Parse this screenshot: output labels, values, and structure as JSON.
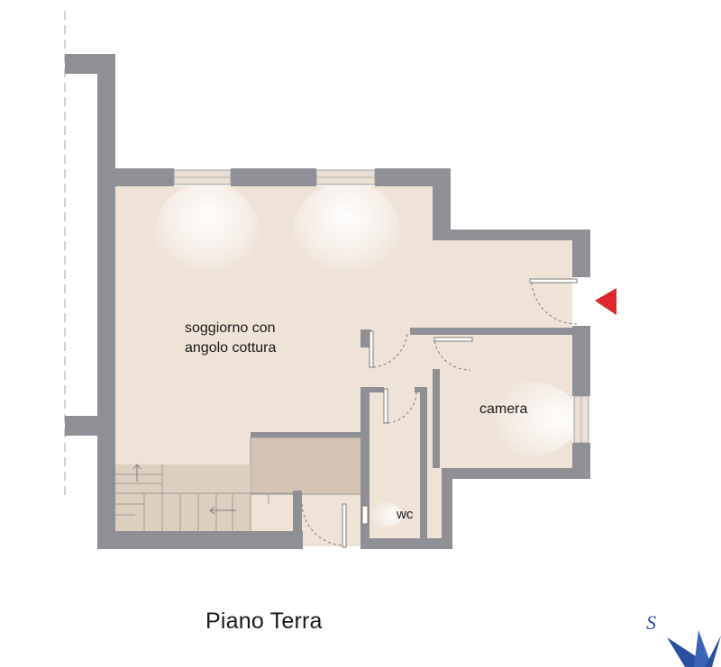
{
  "rooms": {
    "living": "soggiorno con",
    "living_line2": "angolo cottura",
    "bedroom": "camera",
    "bathroom": "wc"
  },
  "floor": {
    "title": "Piano Terra"
  },
  "compass": {
    "letter": "S",
    "color": "#2a4fa0"
  },
  "colors": {
    "wall": "#8f9095",
    "floor": "#efe2d6",
    "stairs": "#dccfbf",
    "storage": "#d3c4b4",
    "entrance_marker": "#e0262d"
  },
  "icons": {
    "entrance": "entrance-arrow-icon",
    "compass": "north-compass-icon"
  }
}
